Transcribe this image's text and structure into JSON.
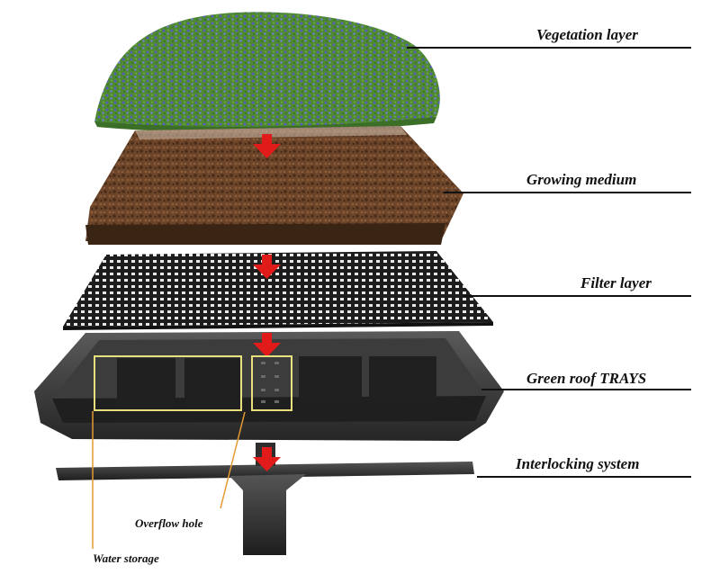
{
  "labels": {
    "vegetation": "Vegetation layer",
    "growing": "Growing medium",
    "filter": "Filter layer",
    "trays": "Green roof TRAYS",
    "interlocking": "Interlocking system",
    "overflow": "Overflow hole",
    "water": "Water storage"
  },
  "colors": {
    "arrow": "#e11a1a",
    "callout_highlight": "#e8e07a",
    "callout_line": "#e39a34",
    "leader_line": "#111111"
  }
}
